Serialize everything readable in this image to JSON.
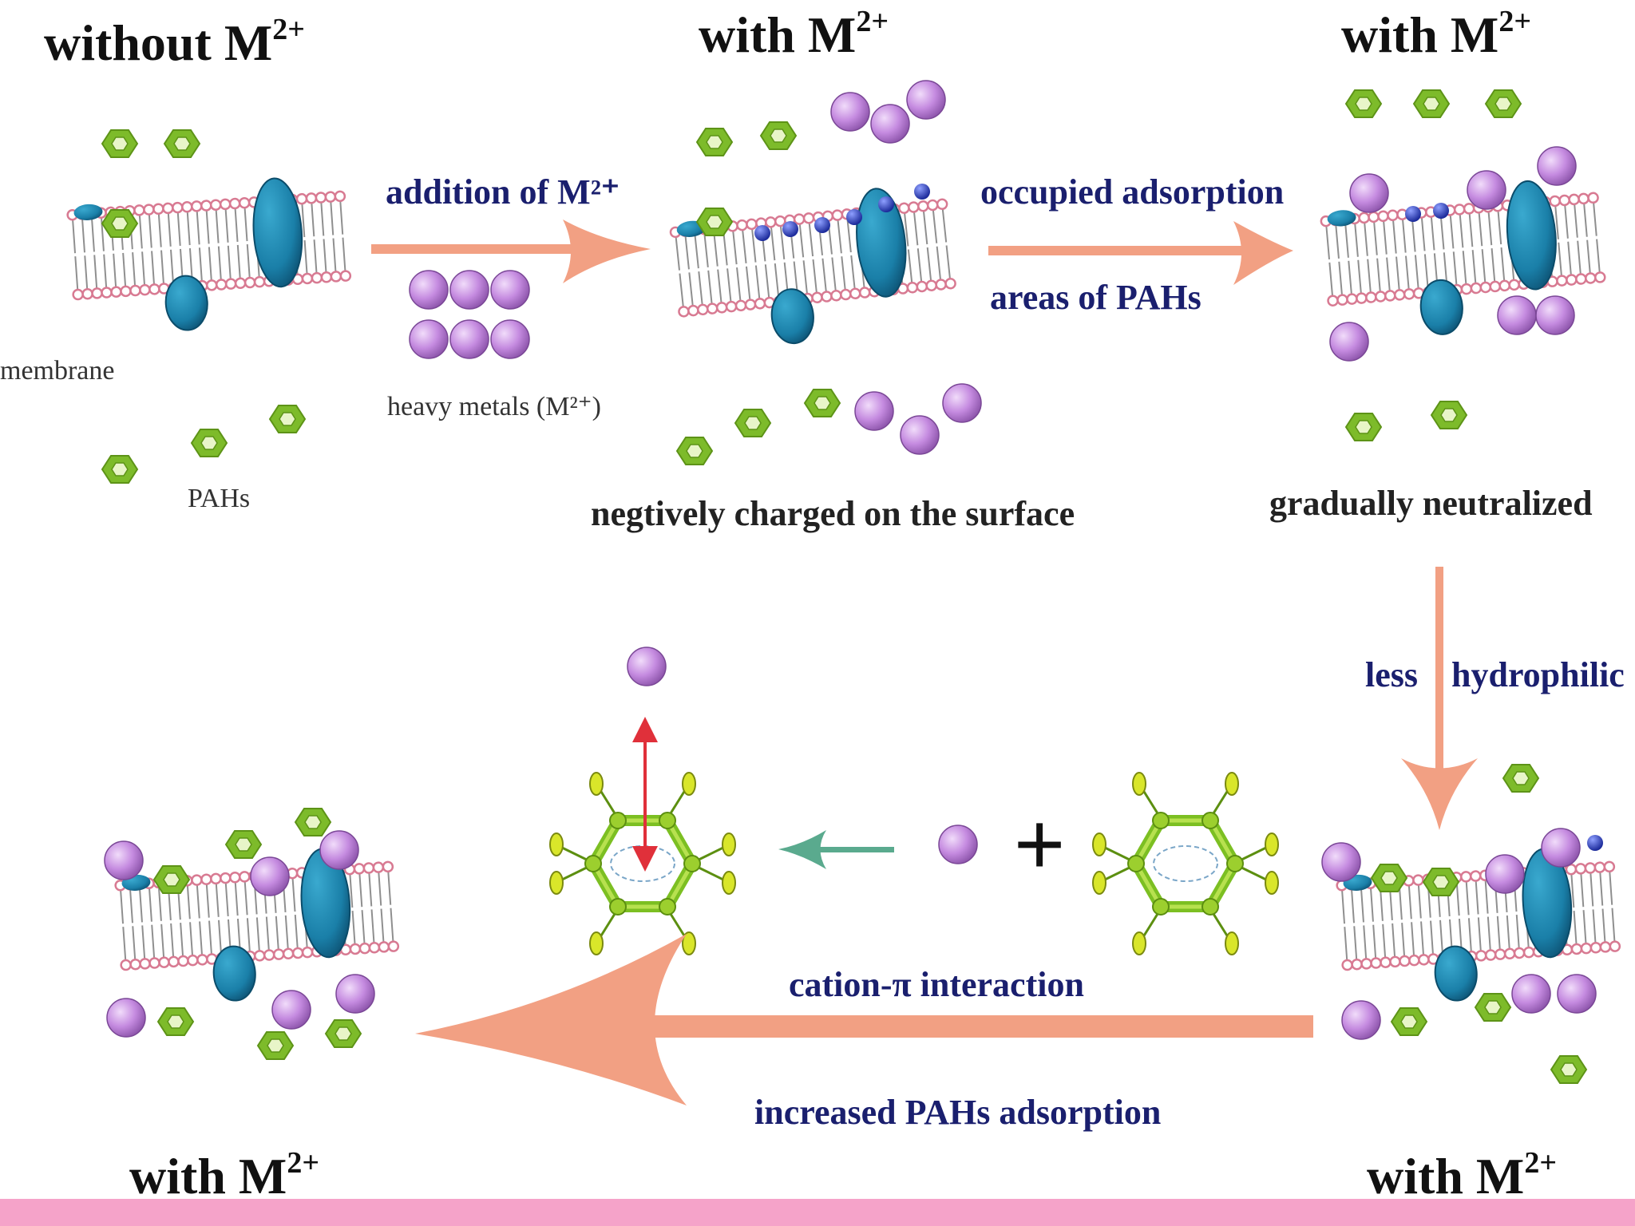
{
  "stages": {
    "s1": {
      "title": "without M",
      "sup": "2+"
    },
    "s2": {
      "title": "with M",
      "sup": "2+"
    },
    "s3": {
      "title": "with M",
      "sup": "2+"
    },
    "s4": {
      "title": "with M",
      "sup": "2+"
    },
    "s5": {
      "title": "with M",
      "sup": "2+"
    }
  },
  "labels": {
    "membrane": "membrane",
    "pahs": "PAHs",
    "heavy_metals": "heavy metals (M²⁺)",
    "addition": "addition of M²⁺",
    "occupied_1": "occupied adsorption",
    "occupied_2": "areas of PAHs",
    "negatively": "negtively charged on the surface",
    "neutralized": "gradually neutralized",
    "less": "less",
    "hydrophilic": "hydrophilic",
    "cation_pi": "cation-π interaction",
    "increased": "increased PAHs adsorption",
    "plus": "+"
  },
  "colors": {
    "pah": "#7dbb2a",
    "metal": "#c58be0",
    "protein": "#1a7fa8",
    "lipid_head": "#e4a2b4",
    "arrow": "#f2a083",
    "footer": "#f5a3c9",
    "ring": "#9ccf2e"
  },
  "icons": [
    "pah-molecule-icon",
    "heavy-metal-ion-icon",
    "membrane-bilayer-icon",
    "protein-icon",
    "benzene-ring-icon"
  ]
}
